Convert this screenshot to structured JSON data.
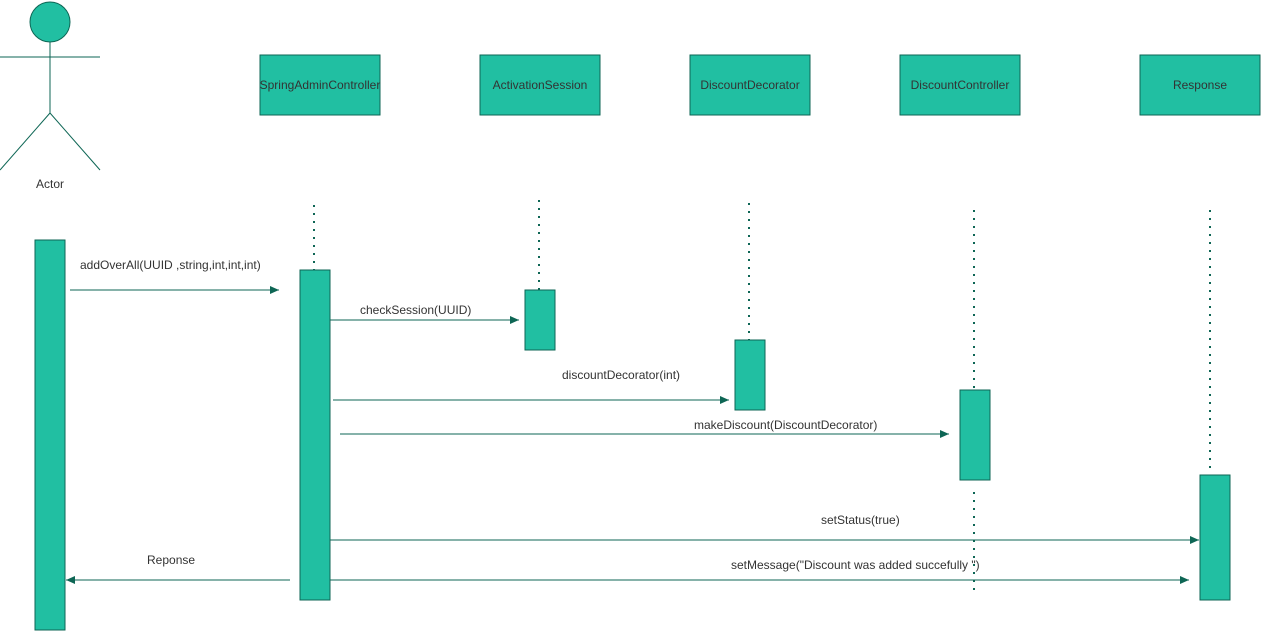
{
  "colors": {
    "fill": "#21BFA2",
    "stroke": "#0E6655",
    "text": "#333333"
  },
  "actor": {
    "label": "Actor"
  },
  "participants": [
    {
      "id": "spring",
      "label": "SpringAdminController"
    },
    {
      "id": "session",
      "label": "ActivationSession"
    },
    {
      "id": "decorator",
      "label": "DiscountDecorator"
    },
    {
      "id": "controller",
      "label": "DiscountController"
    },
    {
      "id": "response",
      "label": "Response"
    }
  ],
  "messages": [
    {
      "id": "add",
      "label": "addOverAll(UUID ,string,int,int,int)"
    },
    {
      "id": "check",
      "label": "checkSession(UUID)"
    },
    {
      "id": "decor",
      "label": "discountDecorator(int)"
    },
    {
      "id": "make",
      "label": "makeDiscount(DiscountDecorator)"
    },
    {
      "id": "status",
      "label": "setStatus(true)"
    },
    {
      "id": "message",
      "label": "setMessage(\"Discount was added succefully \")"
    },
    {
      "id": "reponse",
      "label": "Reponse"
    }
  ]
}
